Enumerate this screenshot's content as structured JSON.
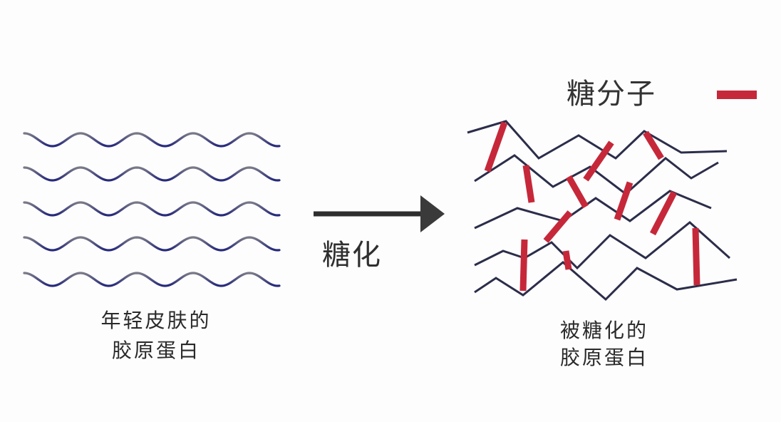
{
  "legend": {
    "label": "糖分子",
    "swatch_color": "#c6283a"
  },
  "process": {
    "label": "糖化",
    "arrow_color": "#2e2e2e"
  },
  "young": {
    "caption_line1": "年轻皮肤的",
    "caption_line2": "胶原蛋白",
    "strand_count": 5,
    "strand_color": "#2a2f78"
  },
  "glycated": {
    "caption_line1": "被糖化的",
    "caption_line2": "胶原蛋白",
    "strand_count": 5,
    "strand_color": "#2b2d4a",
    "crosslink_color": "#c6283a"
  }
}
